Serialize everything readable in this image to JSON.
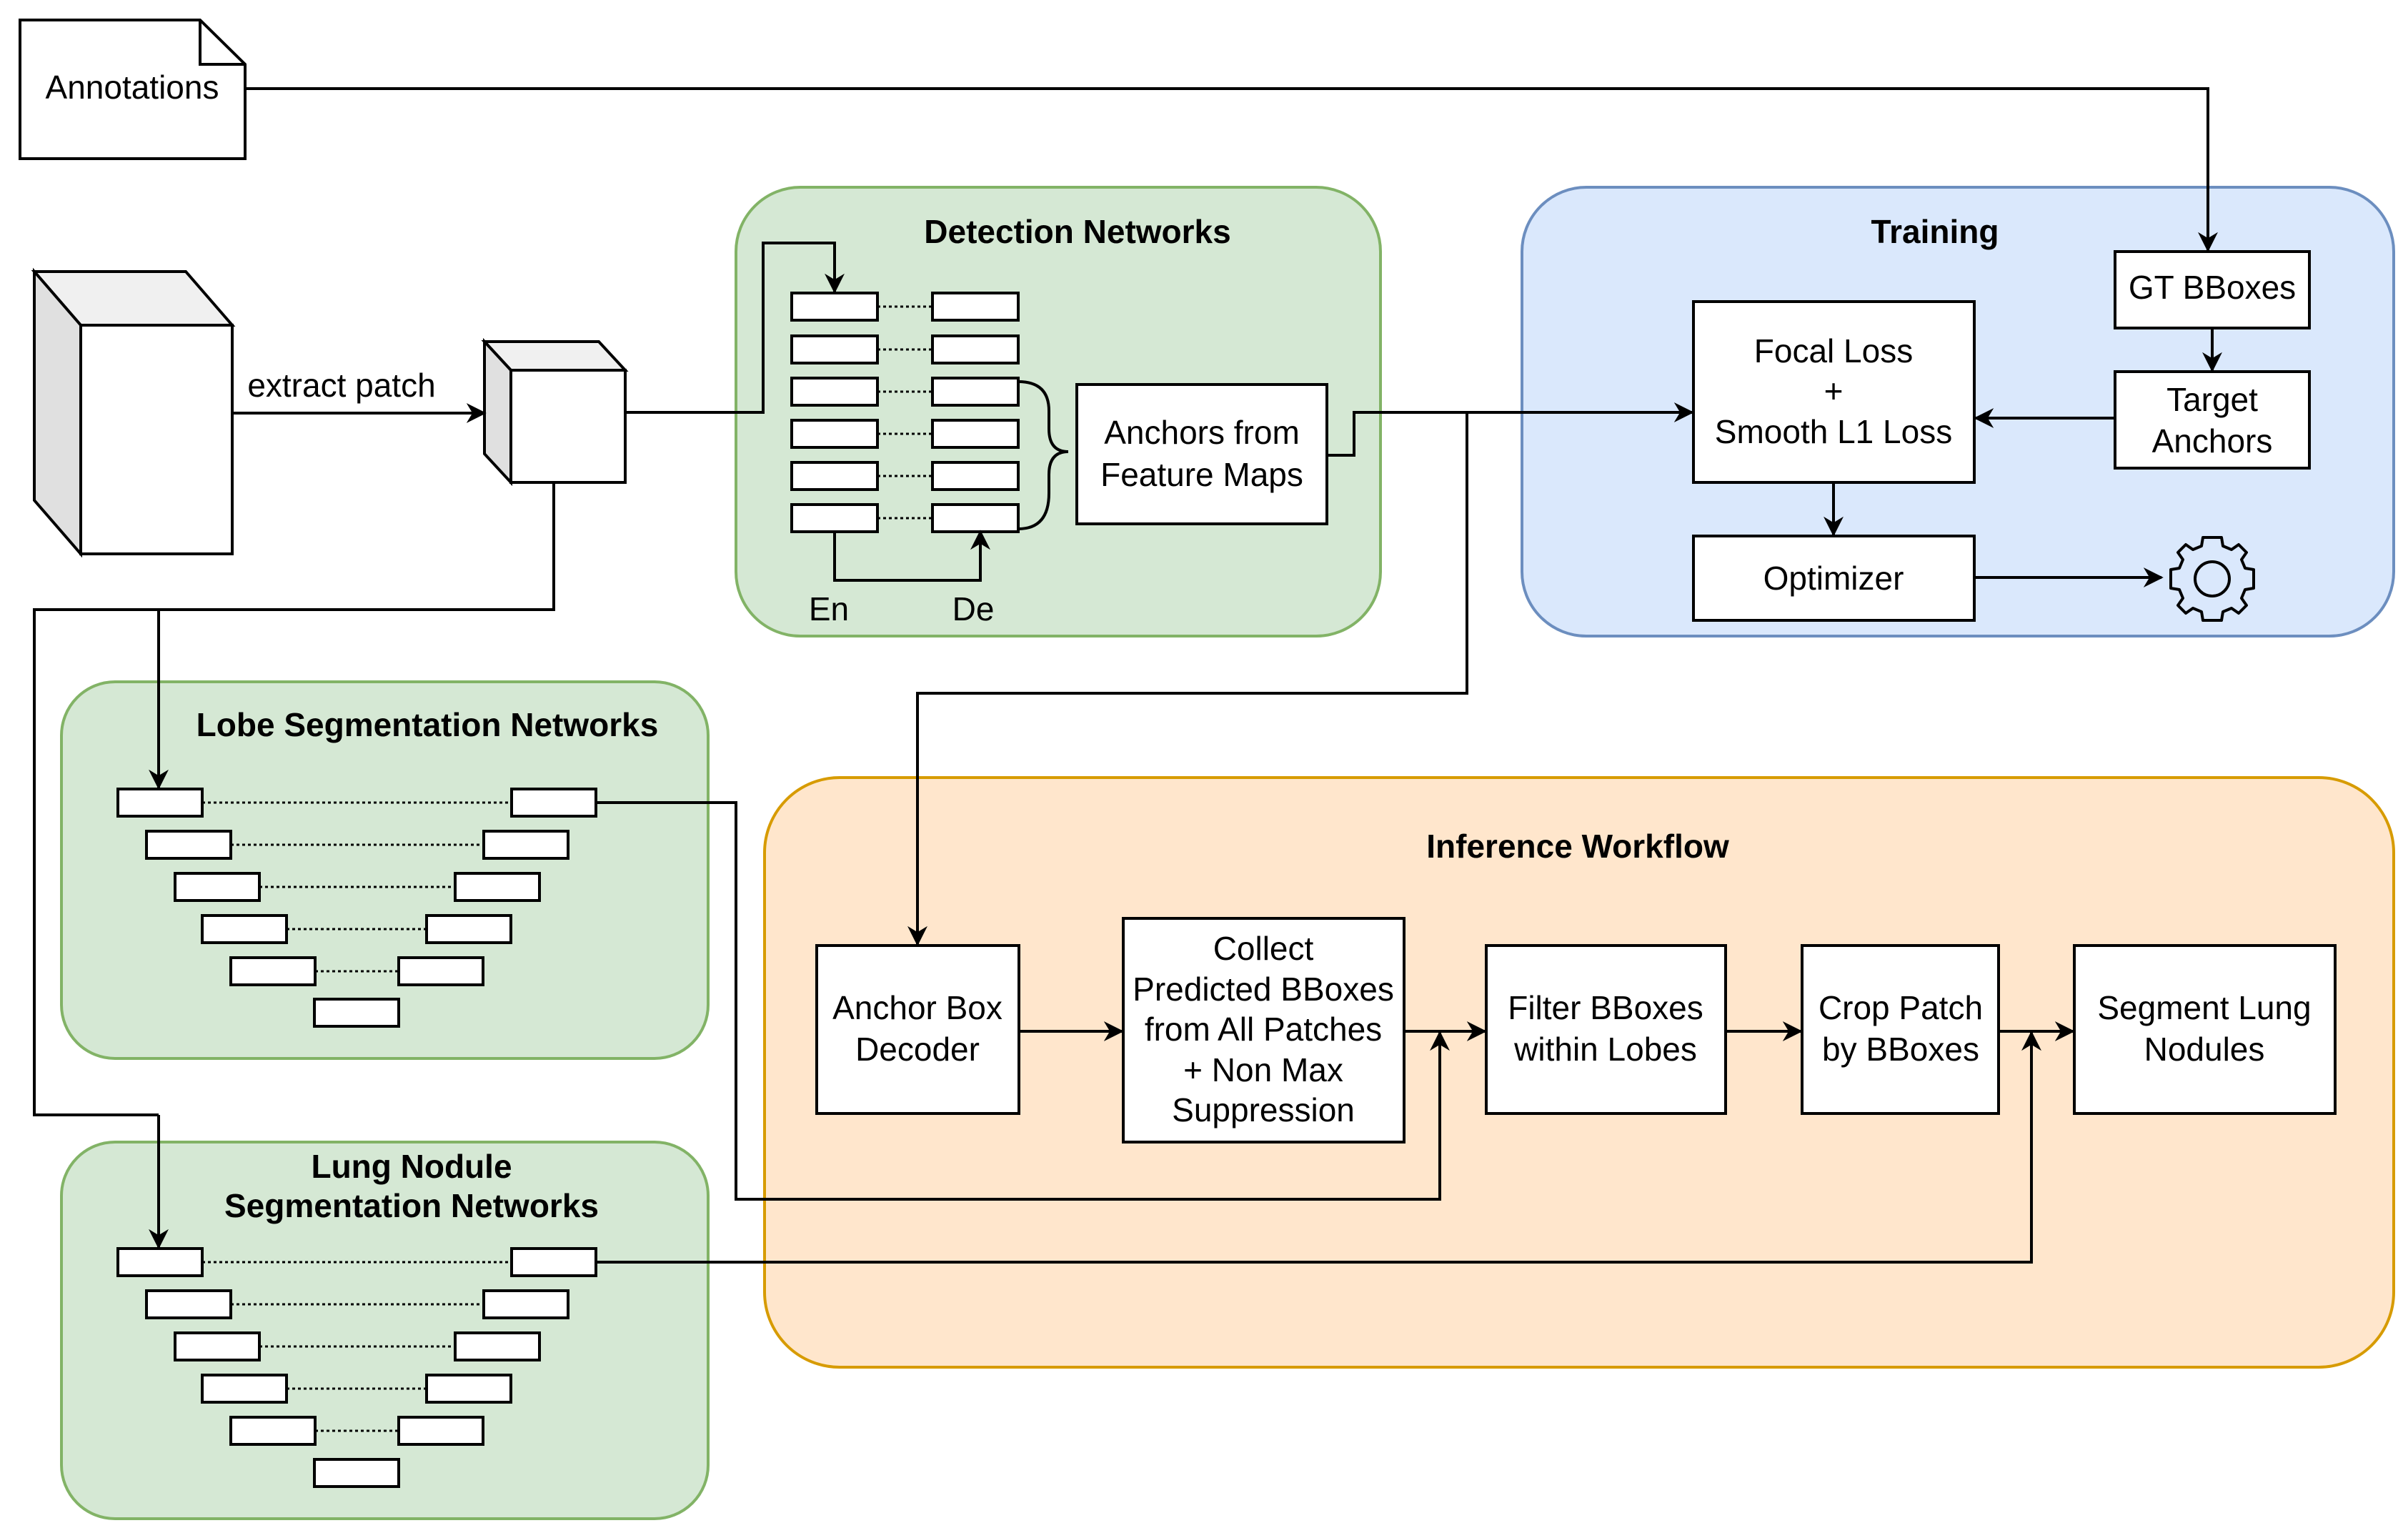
{
  "annotations": {
    "label": "Annotations"
  },
  "extract_patch": {
    "label": "extract patch"
  },
  "detection": {
    "title": "Detection Networks",
    "anchors_label_line1": "Anchors from",
    "anchors_label_line2": "Feature Maps",
    "encoder_label": "En",
    "decoder_label": "De",
    "color": "#d5e8d4",
    "border": "#82b366"
  },
  "training": {
    "title": "Training",
    "gt_bboxes": "GT BBoxes",
    "target_anchors_line1": "Target",
    "target_anchors_line2": "Anchors",
    "loss_line1": "Focal Loss",
    "loss_line2": "+",
    "loss_line3": "Smooth L1 Loss",
    "optimizer": "Optimizer",
    "icon": "gear-icon",
    "color": "#dae8fc",
    "border": "#6c8ebf"
  },
  "lobe_seg": {
    "title": "Lobe Segmentation Networks",
    "color": "#d5e8d4",
    "border": "#82b366"
  },
  "nodule_seg": {
    "title_line1": "Lung Nodule",
    "title_line2": "Segmentation Networks",
    "color": "#d5e8d4",
    "border": "#82b366"
  },
  "inference": {
    "title": "Inference Workflow",
    "decoder_line1": "Anchor Box",
    "decoder_line2": "Decoder",
    "collect_line1": "Collect",
    "collect_line2": "Predicted BBoxes",
    "collect_line3": "from All Patches",
    "collect_line4": "+ Non Max",
    "collect_line5": "Suppression",
    "filter_line1": "Filter BBoxes",
    "filter_line2": "within Lobes",
    "crop_line1": "Crop Patch",
    "crop_line2": "by BBoxes",
    "segment_line1": "Segment Lung",
    "segment_line2": "Nodules",
    "color": "#ffe6cc",
    "border": "#d79b00"
  }
}
